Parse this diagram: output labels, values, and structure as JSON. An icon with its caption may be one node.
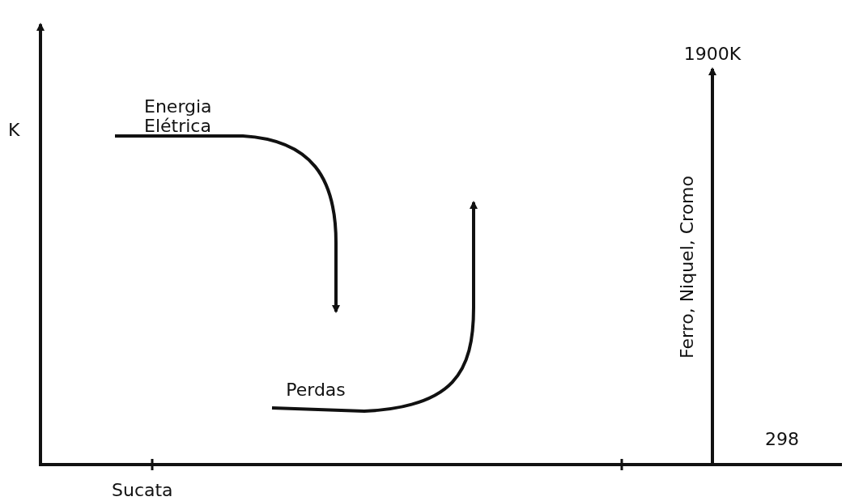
{
  "diagram": {
    "nodes": [
      {
        "text": [
          "Energia Elétrica"
        ]
      },
      {
        "text": [
          "Perdas"
        ]
      },
      {
        "text": [
          "1900K"
        ]
      }
    ],
    "edges": [
      {
        "from": 0,
        "to": null,
        "arrow": "to"
      },
      {
        "from": 1,
        "to": null,
        "arrow": "to"
      },
      {
        "from": null,
        "to": 2,
        "arrow": "to",
        "label": "Ferro, Niquel, Cromo"
      }
    ],
    "labels": [
      "K",
      "298",
      "Sucata"
    ]
  }
}
